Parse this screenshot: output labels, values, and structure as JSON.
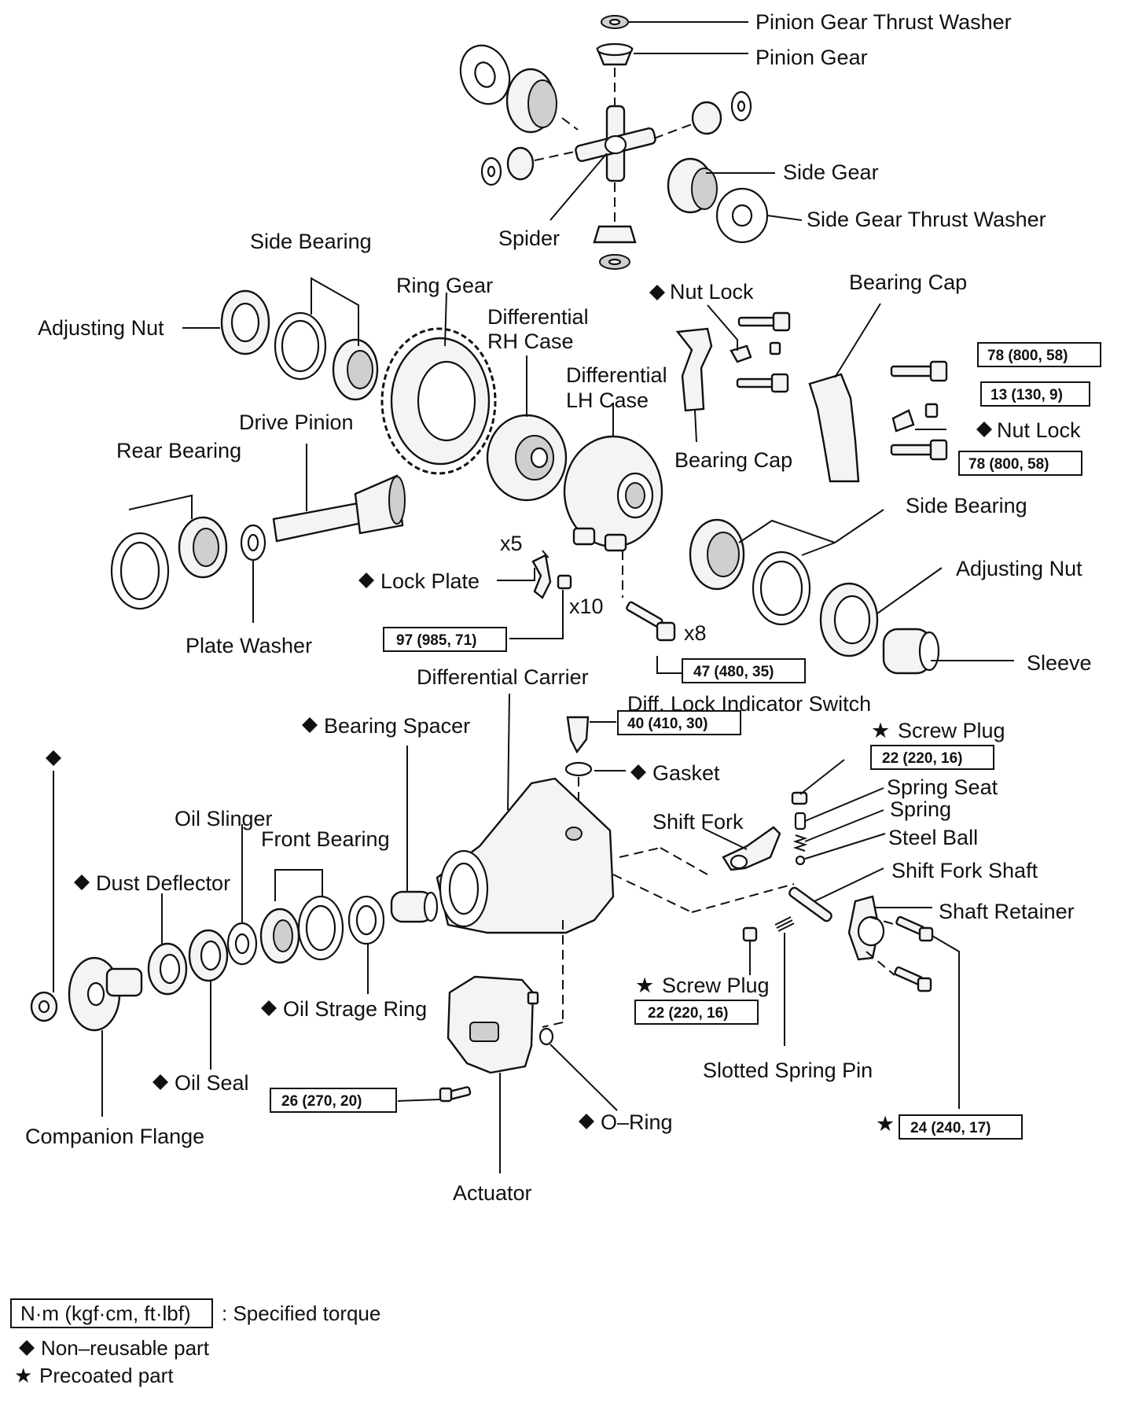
{
  "labels": {
    "pinion_gear_thrust_washer": "Pinion Gear Thrust Washer",
    "pinion_gear": "Pinion Gear",
    "side_gear": "Side Gear",
    "side_gear_thrust_washer": "Side Gear Thrust Washer",
    "spider": "Spider",
    "side_bearing_left": "Side Bearing",
    "ring_gear": "Ring Gear",
    "differential_rh_case_1": "Differential",
    "differential_rh_case_2": "RH Case",
    "nut_lock_top": "Nut Lock",
    "bearing_cap_right": "Bearing Cap",
    "adjusting_nut_left": "Adjusting Nut",
    "differential_lh_case_1": "Differential",
    "differential_lh_case_2": "LH Case",
    "drive_pinion": "Drive Pinion",
    "rear_bearing": "Rear Bearing",
    "nut_lock_right": "Nut Lock",
    "bearing_cap_center": "Bearing Cap",
    "side_bearing_right": "Side Bearing",
    "adjusting_nut_right": "Adjusting Nut",
    "count_x5": "x5",
    "lock_plate": "Lock Plate",
    "count_x10": "x10",
    "count_x8": "x8",
    "plate_washer": "Plate Washer",
    "sleeve": "Sleeve",
    "differential_carrier": "Differential Carrier",
    "diff_lock_indicator_switch": "Diff. Lock Indicator Switch",
    "bearing_spacer": "Bearing Spacer",
    "screw_plug_top": "Screw Plug",
    "gasket": "Gasket",
    "spring_seat": "Spring Seat",
    "spring": "Spring",
    "oil_slinger": "Oil Slinger",
    "shift_fork": "Shift Fork",
    "front_bearing": "Front Bearing",
    "steel_ball": "Steel Ball",
    "shift_fork_shaft": "Shift Fork Shaft",
    "dust_deflector": "Dust Deflector",
    "shaft_retainer": "Shaft Retainer",
    "screw_plug_bottom": "Screw Plug",
    "oil_strage_ring": "Oil Strage Ring",
    "slotted_spring_pin": "Slotted Spring Pin",
    "oil_seal": "Oil Seal",
    "o_ring": "O–Ring",
    "companion_flange": "Companion Flange",
    "actuator": "Actuator"
  },
  "torques": {
    "t_78_top": "78 (800, 58)",
    "t_13": "13 (130, 9)",
    "t_78_bottom": "78 (800, 58)",
    "t_97": "97 (985, 71)",
    "t_47": "47 (480, 35)",
    "t_40": "40 (410, 30)",
    "t_22_top": "22 (220, 16)",
    "t_22_bottom": "22 (220, 16)",
    "t_26": "26 (270, 20)",
    "t_24": "24 (240, 17)"
  },
  "legend": {
    "torque_unit": "N·m (kgf·cm, ft·lbf)",
    "torque_desc": ": Specified torque",
    "non_reusable": "Non–reusable part",
    "precoated": "Precoated part"
  }
}
